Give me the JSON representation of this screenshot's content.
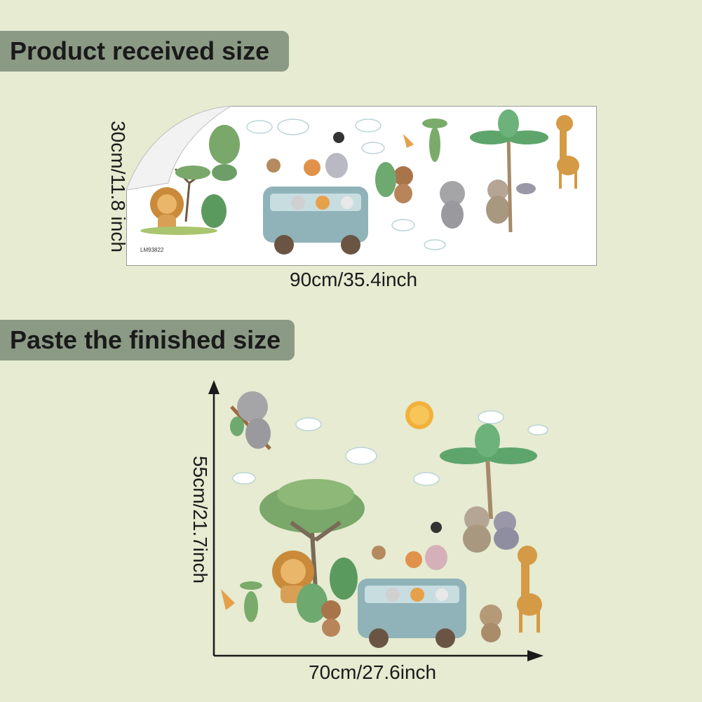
{
  "section_received": {
    "title": "Product received size",
    "height_label": "30cm/11.8 inch",
    "width_label": "90cm/35.4inch",
    "sheet_code": "LM93822"
  },
  "section_finished": {
    "title": "Paste the finished size",
    "height_label": "55cm/21.7inch",
    "width_label": "70cm/27.6inch"
  },
  "colors": {
    "background": "#e6ebd1",
    "banner": "#8b9a85",
    "bus": "#8fb3b8",
    "foliage": "#5b9a5e",
    "lion": "#c98a3a",
    "giraffe": "#d49a45"
  }
}
